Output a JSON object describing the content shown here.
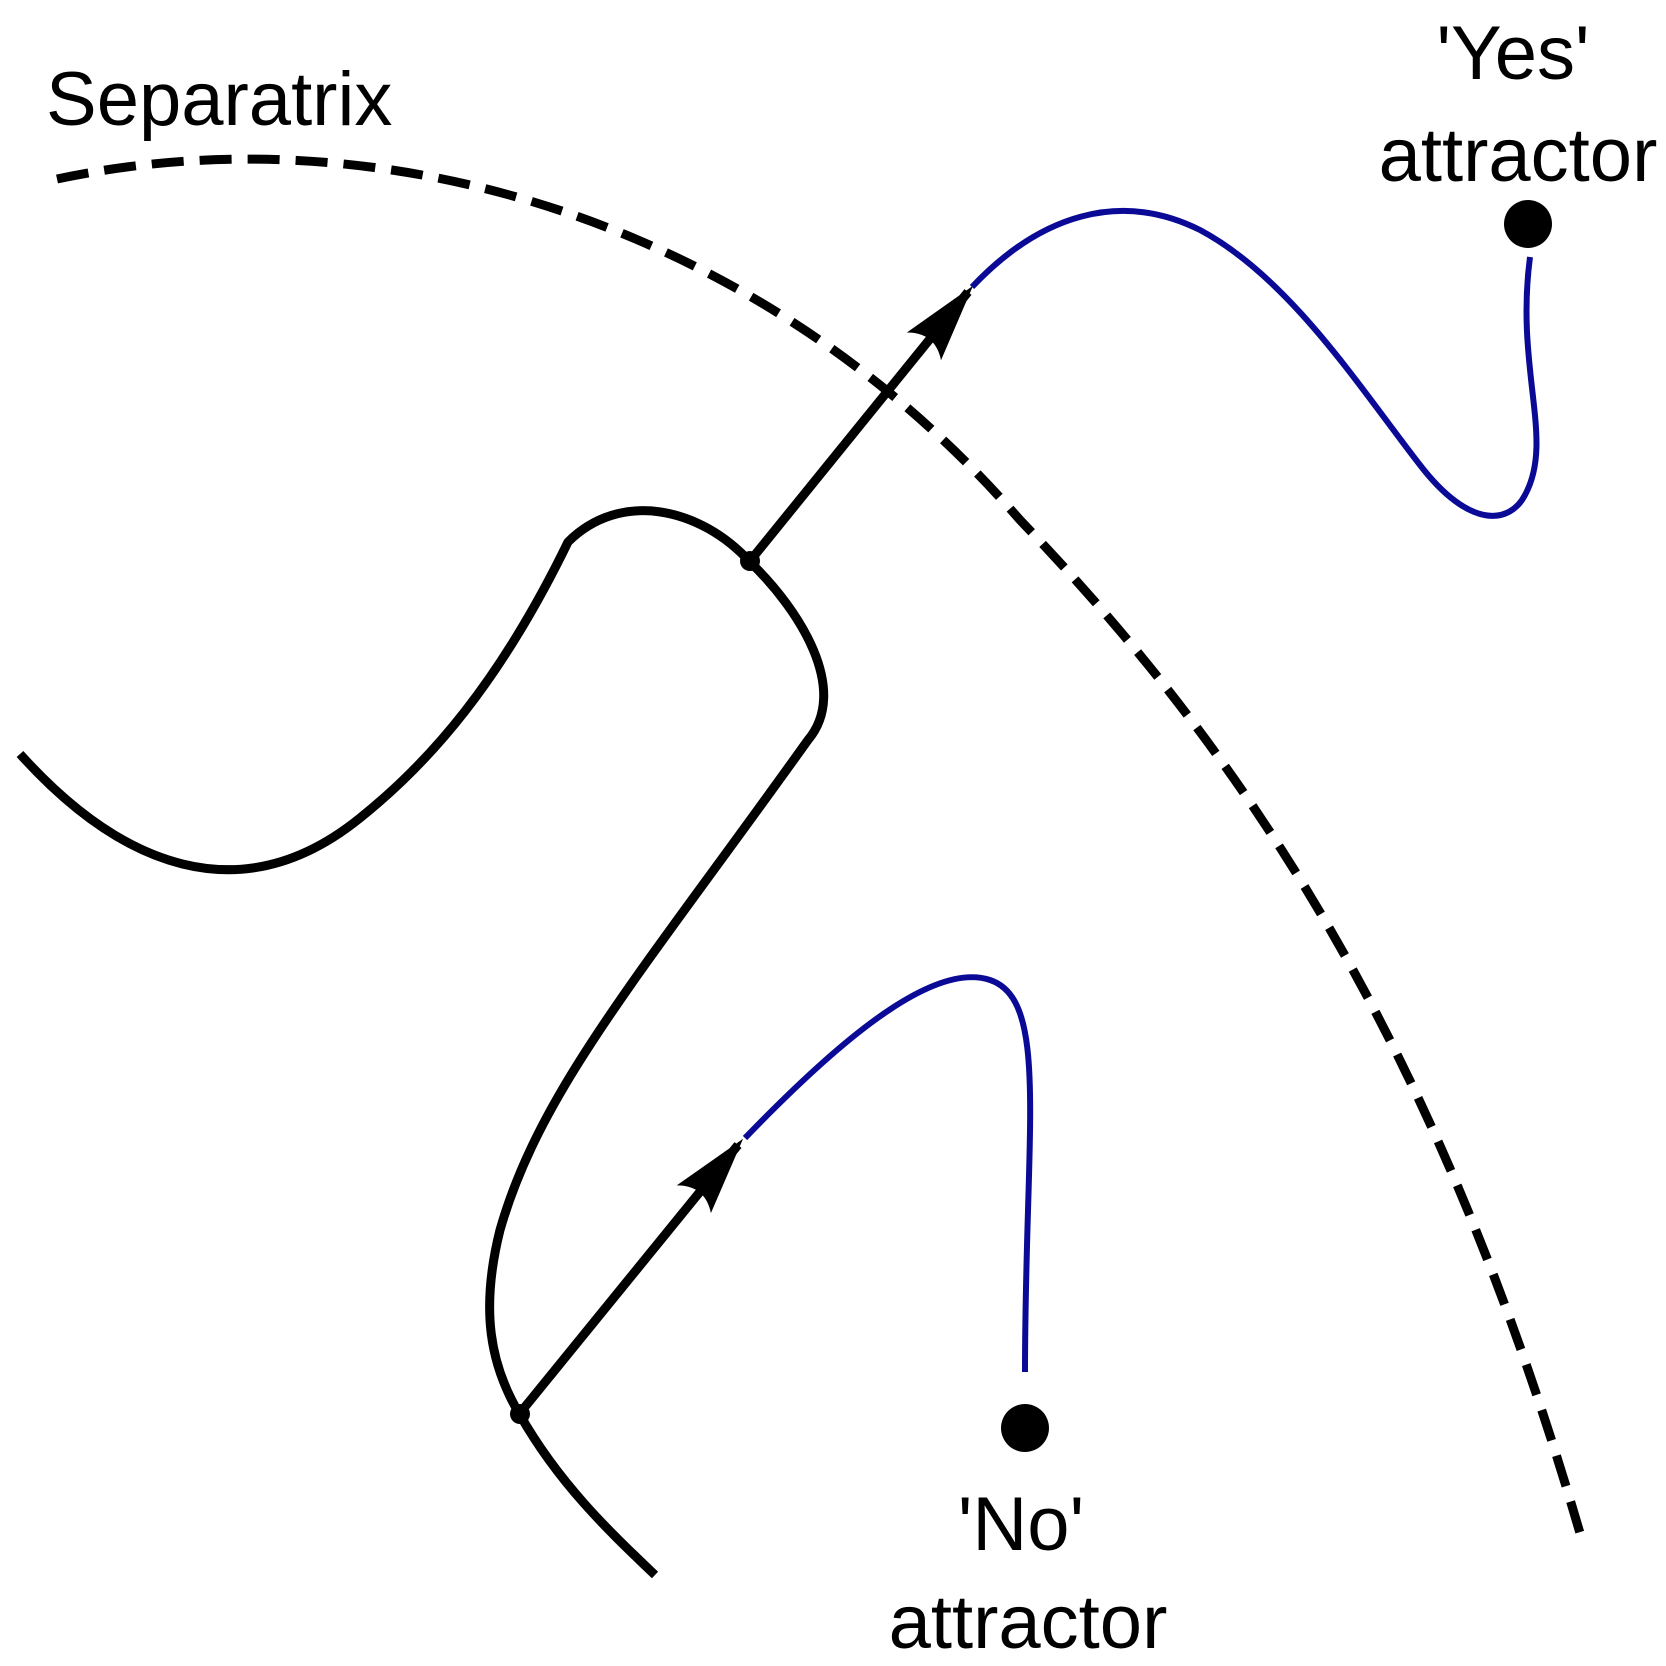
{
  "labels": {
    "separatrix": "Separatrix",
    "yes_attractor_line1": "'Yes'",
    "yes_attractor_line2": "attractor",
    "no_attractor_line1": "'No'",
    "no_attractor_line2": "attractor"
  },
  "colors": {
    "trajectory": "#000000",
    "post_perturbation_trajectory": "#0a0a96",
    "separatrix": "#000000",
    "attractor": "#000000",
    "background": "#ffffff"
  }
}
